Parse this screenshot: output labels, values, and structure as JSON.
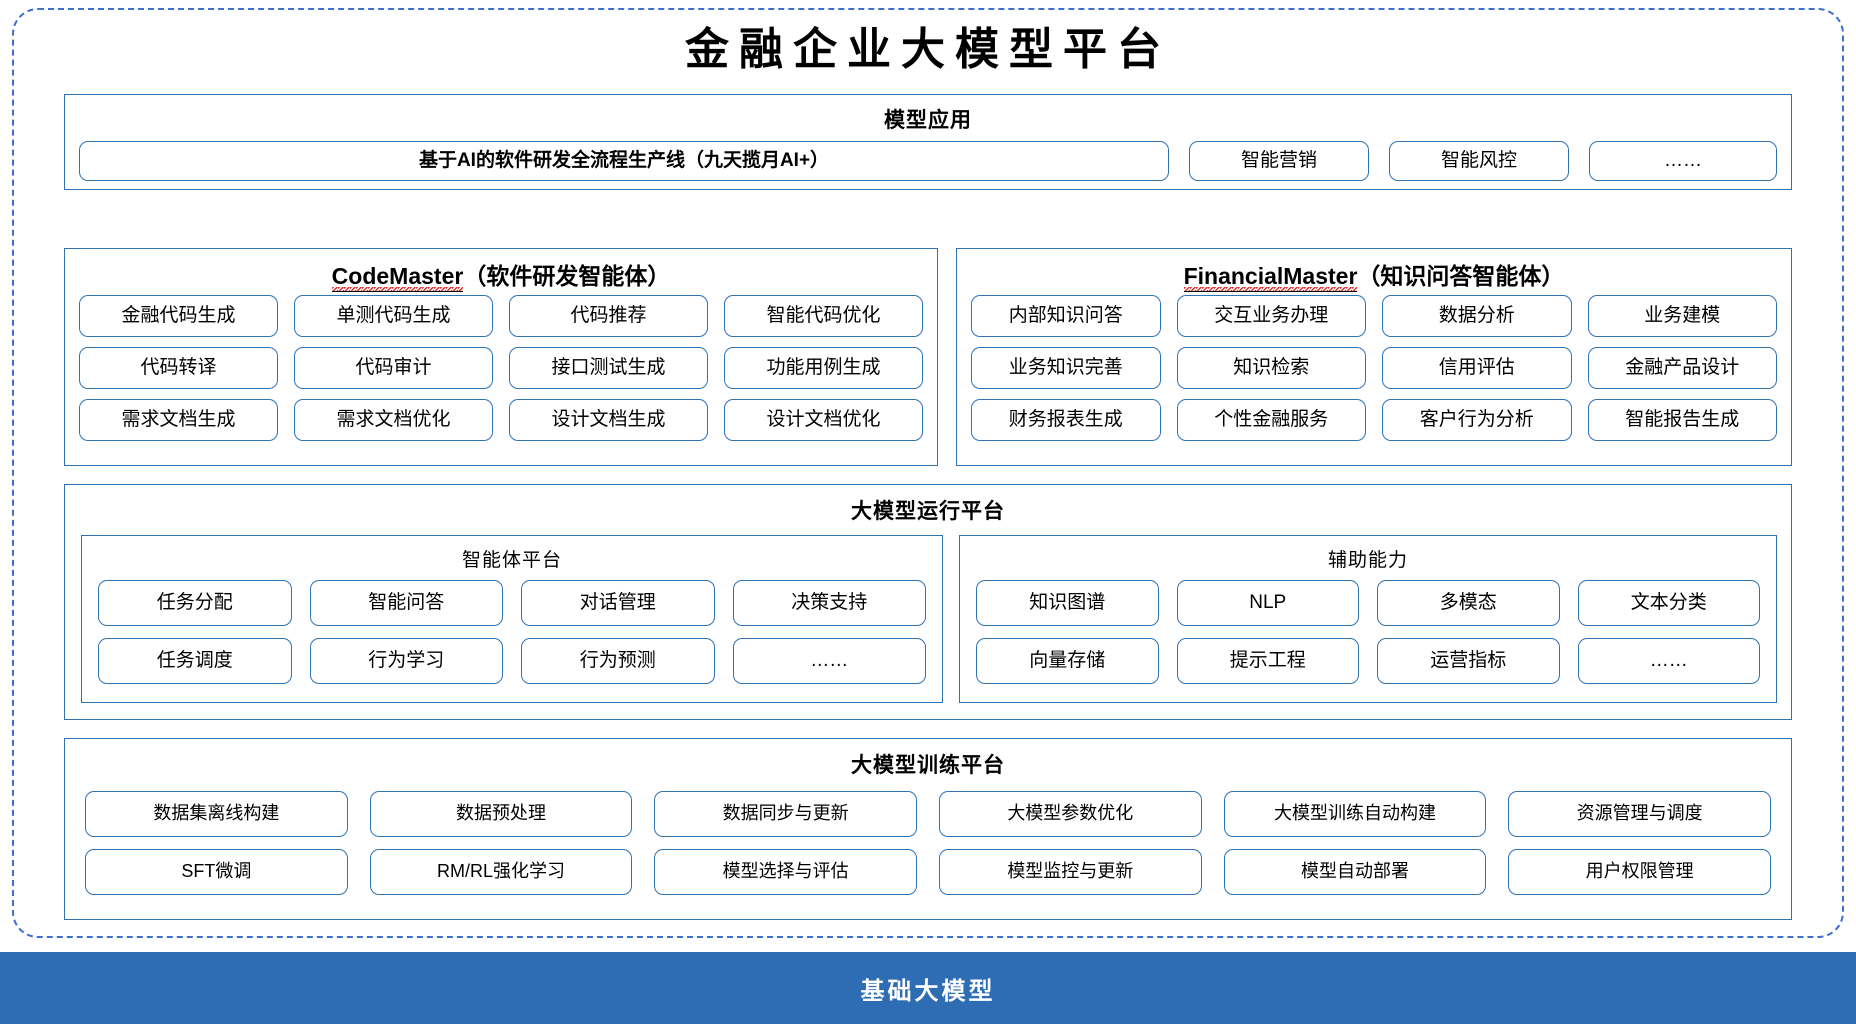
{
  "page": {
    "title": "金融企业大模型平台"
  },
  "model_application": {
    "section_title": "模型应用",
    "items": [
      "基于AI的软件研发全流程生产线（九天揽月AI+）",
      "智能营销",
      "智能风控",
      "……"
    ]
  },
  "code_master": {
    "name_en": "CodeMaster",
    "name_cn": "（软件研发智能体）",
    "items": [
      "金融代码生成",
      "单测代码生成",
      "代码推荐",
      "智能代码优化",
      "代码转译",
      "代码审计",
      "接口测试生成",
      "功能用例生成",
      "需求文档生成",
      "需求文档优化",
      "设计文档生成",
      "设计文档优化"
    ]
  },
  "financial_master": {
    "name_en": "FinancialMaster",
    "name_cn": "（知识问答智能体）",
    "items": [
      "内部知识问答",
      "交互业务办理",
      "数据分析",
      "业务建模",
      "业务知识完善",
      "知识检索",
      "信用评估",
      "金融产品设计",
      "财务报表生成",
      "个性金融服务",
      "客户行为分析",
      "智能报告生成"
    ]
  },
  "runtime_platform": {
    "section_title": "大模型运行平台",
    "agent_platform": {
      "title": "智能体平台",
      "items": [
        "任务分配",
        "智能问答",
        "对话管理",
        "决策支持",
        "任务调度",
        "行为学习",
        "行为预测",
        "……"
      ]
    },
    "auxiliary_capability": {
      "title": "辅助能力",
      "items": [
        "知识图谱",
        "NLP",
        "多模态",
        "文本分类",
        "向量存储",
        "提示工程",
        "运营指标",
        "……"
      ]
    }
  },
  "training_platform": {
    "section_title": "大模型训练平台",
    "items": [
      "数据集离线构建",
      "数据预处理",
      "数据同步与更新",
      "大模型参数优化",
      "大模型训练自动构建",
      "资源管理与调度",
      "SFT微调",
      "RM/RL强化学习",
      "模型选择与评估",
      "模型监控与更新",
      "模型自动部署",
      "用户权限管理"
    ]
  },
  "base_model": {
    "label": "基础大模型"
  },
  "colors": {
    "border_blue": "#2E74B5",
    "frame_dash_blue": "#3C6FD0",
    "base_bar_blue": "#2E6DB4",
    "spellcheck_red": "#E03030"
  }
}
